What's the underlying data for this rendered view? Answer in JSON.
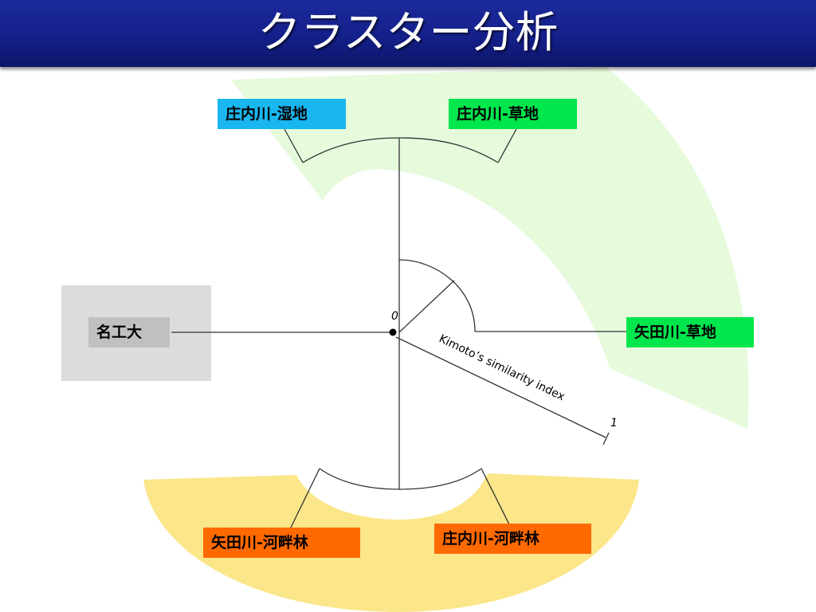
{
  "slide": {
    "title": "クラスター分析"
  },
  "diagram": {
    "nodes": {
      "shonai_wetland": {
        "label": "庄内川-湿地",
        "color": "#19b6f0"
      },
      "shonai_grass": {
        "label": "庄内川-草地",
        "color": "#00e64d"
      },
      "meikodai": {
        "label": "名工大",
        "color": "#c0c0c0"
      },
      "yada_grass": {
        "label": "矢田川-草地",
        "color": "#00e64d"
      },
      "yada_riparian": {
        "label": "矢田川-河畔林",
        "color": "#ff6a00"
      },
      "shonai_riparian": {
        "label": "庄内川-河畔林",
        "color": "#ff6a00"
      }
    },
    "scale": {
      "axis_label": "Kimoto’s similarity index",
      "min_label": "0",
      "max_label": "1"
    },
    "groups": {
      "grassland_band_color": "#e6fadc",
      "riparian_band_color": "#fbe68a",
      "meikodai_box_color": "#dcdcdc"
    }
  }
}
